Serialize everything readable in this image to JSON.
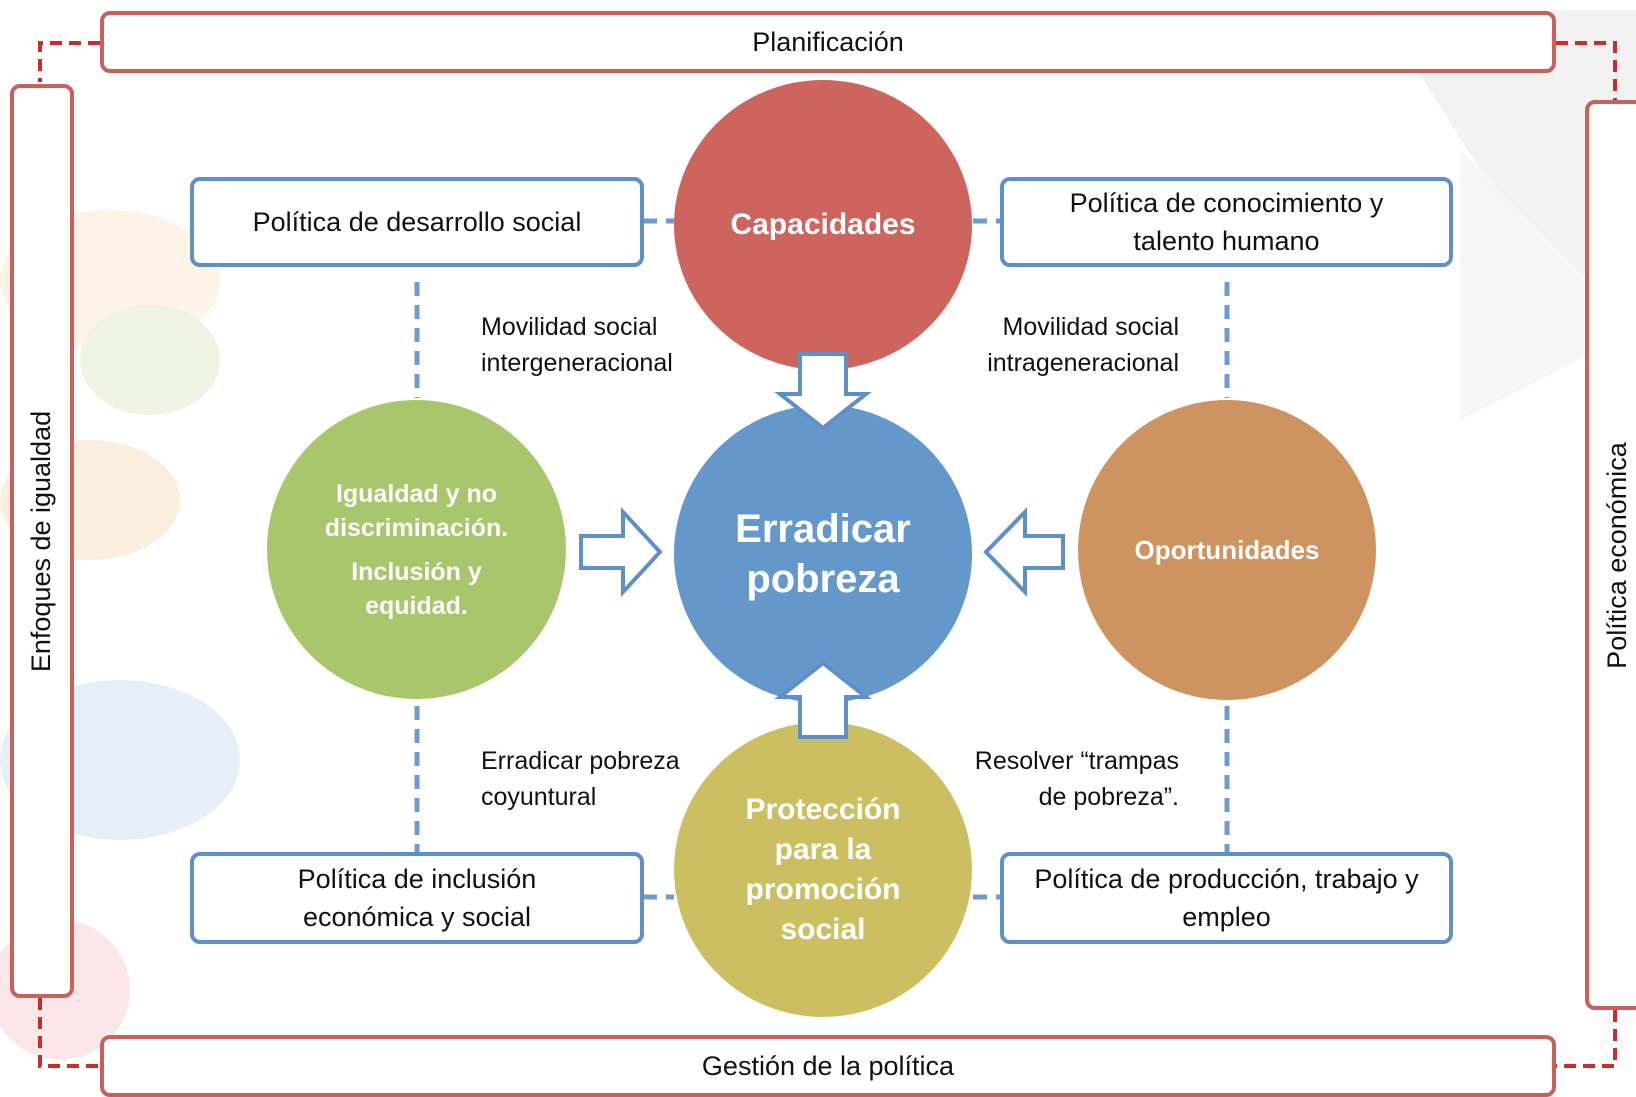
{
  "frames": {
    "top": "Planificación",
    "bottom": "Gestión de la política",
    "left": "Enfoques de igualdad",
    "right": "Política económica"
  },
  "policies": {
    "top_left": "Política de desarrollo social",
    "top_right": "Política de conocimiento y talento humano",
    "bottom_left": "Política de inclusión económica y social",
    "bottom_right": "Política de producción, trabajo y empleo"
  },
  "notes": {
    "upper_left": "Movilidad social\nintergeneracional",
    "upper_right": "Movilidad social\nintrageneracional",
    "lower_left": "Erradicar pobreza\ncoyuntural",
    "lower_right": "Resolver “trampas\nde pobreza”."
  },
  "circles": {
    "top": {
      "label": "Capacidades",
      "color": "#cd655e"
    },
    "center": {
      "label": "Erradicar pobreza",
      "color": "#6497ca"
    },
    "left": {
      "line1": "Igualdad y no",
      "line2": "discriminación.",
      "line3": "Inclusión y",
      "line4": "equidad.",
      "color": "#a8c66c"
    },
    "right": {
      "label": "Oportunidades",
      "color": "#cd9462"
    },
    "bottom": {
      "label": "Protección para la promoción social",
      "color": "#ccbf62"
    }
  },
  "colors": {
    "frame_border": "#c9605c",
    "policy_border": "#5f8fc7",
    "connector_blue": "#6d9ad0",
    "connector_red": "#c4302b",
    "arrow_outline": "#5f8fc7"
  }
}
